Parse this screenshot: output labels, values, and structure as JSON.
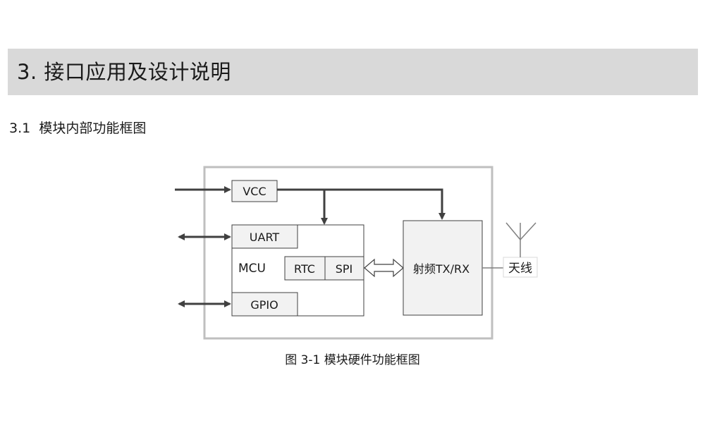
{
  "section": {
    "number": "3.",
    "title": "接口应用及设计说明"
  },
  "subsection": {
    "number": "3.1",
    "title": "模块内部功能框图"
  },
  "diagram": {
    "blocks": {
      "vcc": "VCC",
      "uart": "UART",
      "mcu": "MCU",
      "rtc": "RTC",
      "spi": "SPI",
      "gpio": "GPIO",
      "rf": "射频TX/RX",
      "antenna": "天线"
    }
  },
  "caption": "图 3-1  模块硬件功能框图"
}
